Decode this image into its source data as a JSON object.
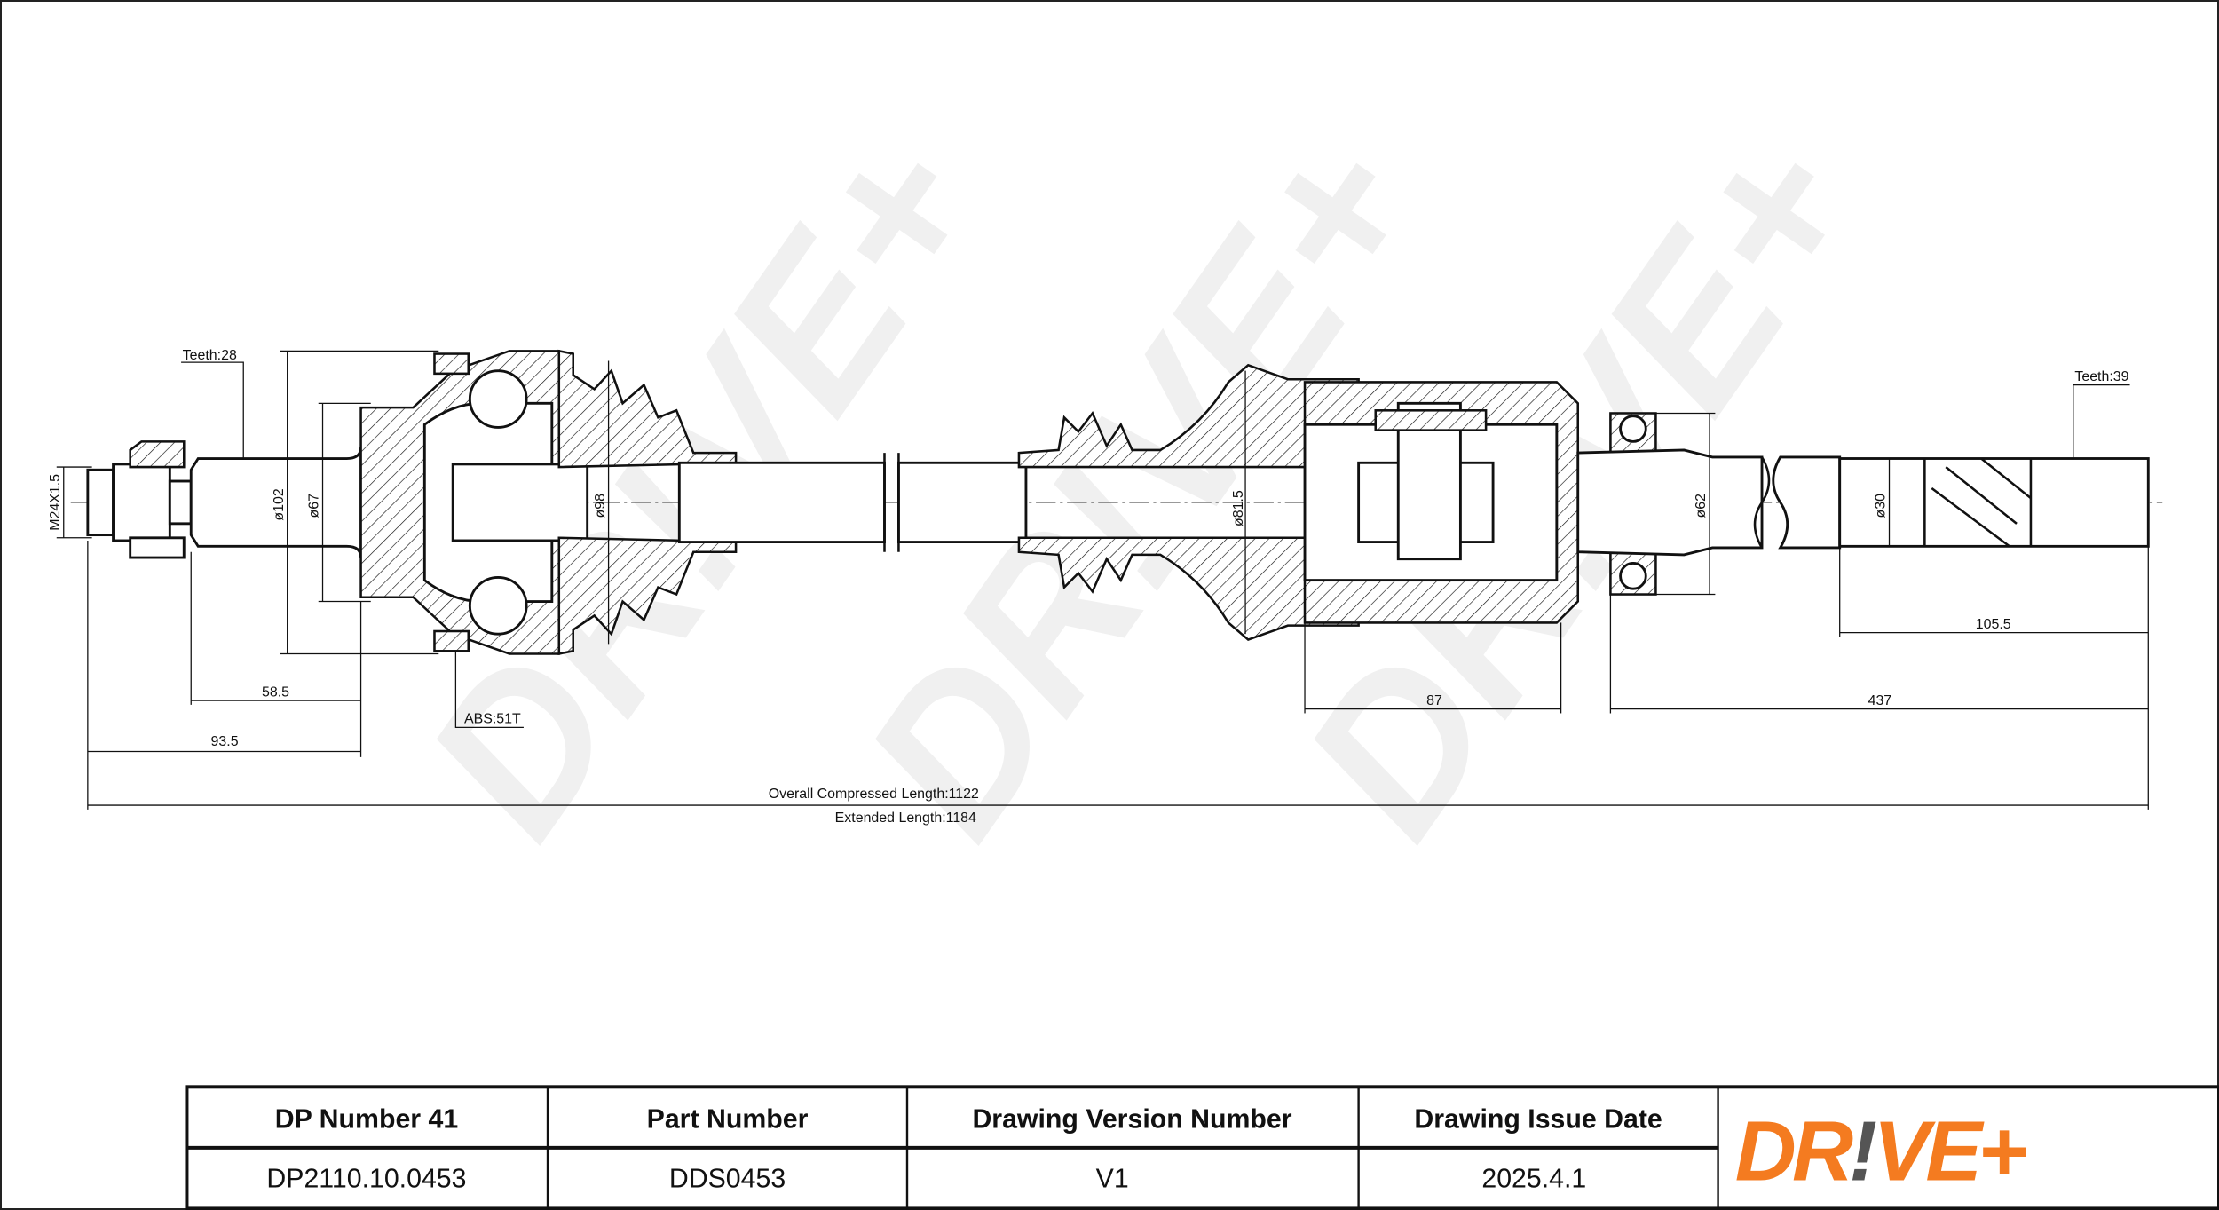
{
  "drawing": {
    "watermark": "DR!VE+",
    "labels": {
      "teeth_left": "Teeth:28",
      "teeth_right": "Teeth:39",
      "thread": "M24X1.5",
      "d102": "ø102",
      "d67": "ø67",
      "d98": "ø98",
      "d81_5": "ø81.5",
      "d62": "ø62",
      "d30": "ø30",
      "abs": "ABS:51T",
      "dim_58_5": "58.5",
      "dim_93_5": "93.5",
      "dim_87": "87",
      "dim_437": "437",
      "dim_105_5": "105.5",
      "overall": "Overall  Compressed  Length:1122",
      "extended": "Extended  Length:1184"
    }
  },
  "title_block": {
    "headers": [
      "DP Number 41",
      "Part Number",
      "Drawing Version Number",
      "Drawing Issue Date"
    ],
    "values": [
      "DP2110.10.0453",
      "DDS0453",
      "V1",
      "2025.4.1"
    ],
    "logo": {
      "text_left": "DR",
      "bang": "!",
      "text_right": "VE+",
      "brand_color": "#f47b20",
      "bang_color": "#555555"
    }
  }
}
